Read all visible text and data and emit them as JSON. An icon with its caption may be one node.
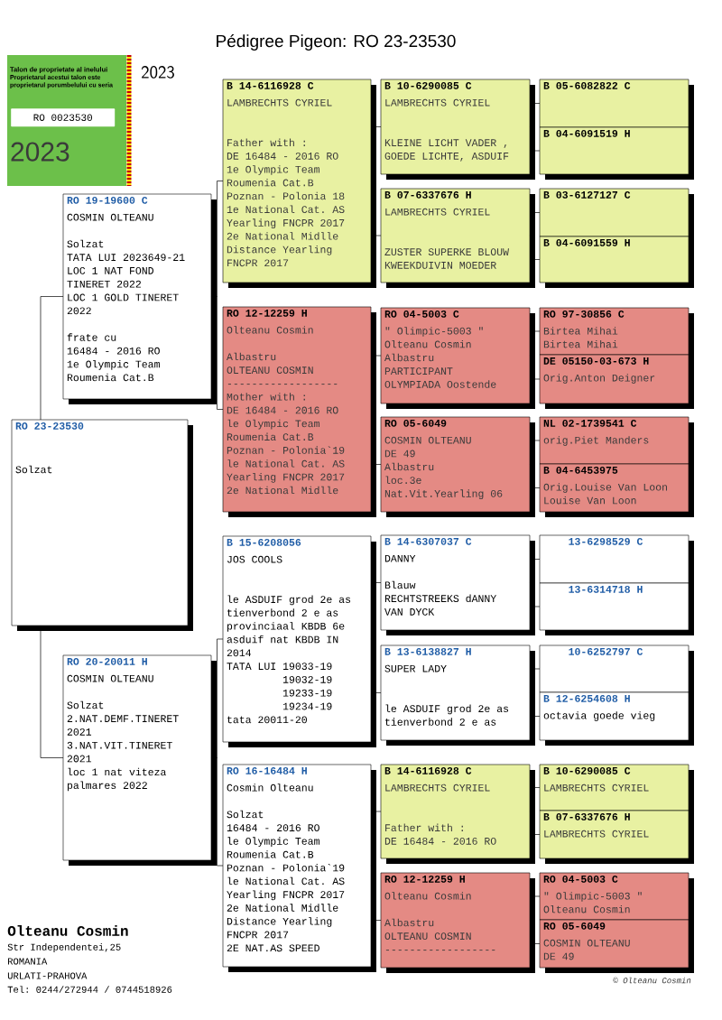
{
  "diagram": {
    "title": "Pédigree Pigeon: RO 23-23530",
    "nodes": [
      {
        "text": [
          "Talon de proprietate al inelului",
          "Proprietarul acestui talon este proprietarul porumbelului cu seria",
          "2023"
        ]
      },
      {
        "text": [
          "RO 0023530"
        ],
        "in": 0
      },
      {
        "text": [
          "RO 23-23530",
          "Solzat"
        ]
      },
      {
        "text": [
          "RO 19-19600 C",
          "COSMIN OLTEANU",
          "Solzat",
          "TATA LUI 2023649-21",
          "LOC 1 NAT FOND TINERET 2022",
          "LOC 1 GOLD TINERET 2022",
          "frate cu",
          "16484 - 2016 RO",
          "1e Olympic Team",
          "Roumenia Cat.B"
        ]
      },
      {
        "text": [
          "RO 20-20011 H",
          "COSMIN OLTEANU",
          "Solzat",
          "2.NAT.DEMF.TINERET 2021",
          "3.NAT.VIT.TINERET 2021",
          "loc 1 nat viteza palmares 2022"
        ]
      },
      {
        "text": [
          "B 14-6116928 C",
          "LAMBRECHTS CYRIEL",
          "Father with :",
          "DE 16484 - 2016 RO",
          "1e Olympic Team",
          "Roumenia Cat.B",
          "Poznan - Polonia 18",
          "1e National Cat. AS Yearling FNCPR 2017",
          "2e National Midlle Distance Yearling FNCPR 2017"
        ]
      },
      {
        "text": [
          "RO 12-12259 H",
          "Olteanu Cosmin",
          "Albastru",
          "OLTEANU COSMIN",
          "------------------",
          "Mother with :",
          "DE 16484 - 2016 RO",
          "le Olympic Team",
          "Roumenia Cat.B",
          "Poznan - Polonia`19",
          "le National Cat. AS Yearling FNCPR 2017",
          "2e National Midlle"
        ]
      },
      {
        "text": [
          "B 15-6208056",
          "JOS COOLS",
          "le ASDUIF grod 2e as tienverbond 2 e as provinciaal KBDB 6e asduif nat KBDB IN 2014",
          "TATA LUI 19033-19",
          "19032-19",
          "19233-19",
          "19234-19",
          "tata 20011-20"
        ]
      },
      {
        "text": [
          "RO 16-16484 H",
          "Cosmin Olteanu",
          "Solzat",
          "16484 - 2016 RO",
          "le Olympic Team",
          "Roumenia Cat.B",
          "Poznan - Polonia`19",
          "le National Cat. AS Yearling FNCPR 2017",
          "2e National Midlle Distance Yearling FNCPR 2017",
          "2E NAT.AS SPEED"
        ]
      },
      {
        "text": [
          "B 10-6290085 C",
          "LAMBRECHTS CYRIEL",
          "KLEINE LICHT VADER , GOEDE LICHTE, ASDUIF"
        ]
      },
      {
        "text": [
          "B 07-6337676 H",
          "LAMBRECHTS CYRIEL",
          "ZUSTER SUPERKE BLOUW KWEEKDUIVIN MOEDER"
        ]
      },
      {
        "text": [
          "RO 04-5003 C",
          "\" Olimpic-5003 \"",
          "Olteanu Cosmin",
          "Albastru",
          "PARTICIPANT OLYMPIADA Oostende"
        ]
      },
      {
        "text": [
          "RO 05-6049",
          "COSMIN OLTEANU",
          "DE 49",
          "Albastru",
          "loc.3e",
          "Nat.Vit.Yearling 06"
        ]
      },
      {
        "text": [
          "B 14-6307037 C",
          "DANNY",
          "Blauw",
          "RECHTSTREEKS dANNY VAN DYCK"
        ]
      },
      {
        "text": [
          "B 13-6138827 H",
          "SUPER LADY",
          "le ASDUIF grod 2e as tienverbond 2 e as"
        ]
      },
      {
        "text": [
          "B 14-6116928 C",
          "LAMBRECHTS CYRIEL",
          "Father with :",
          "DE 16484 - 2016 RO"
        ]
      },
      {
        "text": [
          "RO 12-12259 H",
          "Olteanu Cosmin",
          "Albastru",
          "OLTEANU COSMIN",
          "------------------"
        ]
      },
      {
        "text": [
          "B 05-6082822 C"
        ]
      },
      {
        "text": [
          "B 04-6091519 H"
        ]
      },
      {
        "text": [
          "B 03-6127127 C"
        ]
      },
      {
        "text": [
          "B 04-6091559 H"
        ]
      },
      {
        "text": [
          "RO 97-30856 C",
          "Birtea Mihai",
          "Birtea Mihai"
        ]
      },
      {
        "text": [
          "DE 05150-03-673 H",
          "Orig.Anton Deigner"
        ]
      },
      {
        "text": [
          "NL 02-1739541 C",
          "orig.Piet Manders"
        ]
      },
      {
        "text": [
          "B 04-6453975",
          "Orig.Louise Van Loon",
          "Louise Van Loon"
        ]
      },
      {
        "text": [
          "13-6298529 C"
        ]
      },
      {
        "text": [
          "13-6314718 H"
        ]
      },
      {
        "text": [
          "10-6252797 C"
        ]
      },
      {
        "text": [
          "B 12-6254608 H",
          "octavia goede vieg"
        ]
      },
      {
        "text": [
          "B 10-6290085 C",
          "LAMBRECHTS CYRIEL"
        ]
      },
      {
        "text": [
          "B 07-6337676 H",
          "LAMBRECHTS CYRIEL"
        ]
      },
      {
        "text": [
          "RO 04-5003 C",
          "\" Olimpic-5003 \"",
          "Olteanu Cosmin"
        ]
      },
      {
        "text": [
          "RO 05-6049",
          "COSMIN OLTEANU",
          "DE 49"
        ]
      }
    ],
    "edges": [
      {
        "from": 2,
        "to": 3,
        "arrow": "none"
      },
      {
        "from": 2,
        "to": 4,
        "arrow": "none"
      },
      {
        "from": 3,
        "to": 5,
        "arrow": "none"
      },
      {
        "from": 3,
        "to": 6,
        "arrow": "none"
      },
      {
        "from": 4,
        "to": 7,
        "arrow": "none"
      },
      {
        "from": 4,
        "to": 8,
        "arrow": "none"
      },
      {
        "from": 5,
        "to": 9,
        "arrow": "none"
      },
      {
        "from": 5,
        "to": 10,
        "arrow": "none"
      },
      {
        "from": 6,
        "to": 11,
        "arrow": "none"
      },
      {
        "from": 6,
        "to": 12,
        "arrow": "none"
      },
      {
        "from": 7,
        "to": 13,
        "arrow": "none"
      },
      {
        "from": 7,
        "to": 14,
        "arrow": "none"
      },
      {
        "from": 8,
        "to": 15,
        "arrow": "none"
      },
      {
        "from": 8,
        "to": 16,
        "arrow": "none"
      },
      {
        "from": 9,
        "to": 17,
        "arrow": "none"
      },
      {
        "from": 9,
        "to": 18,
        "arrow": "none"
      },
      {
        "from": 10,
        "to": 19,
        "arrow": "none"
      },
      {
        "from": 10,
        "to": 20,
        "arrow": "none"
      },
      {
        "from": 11,
        "to": 21,
        "arrow": "none"
      },
      {
        "from": 11,
        "to": 22,
        "arrow": "none"
      },
      {
        "from": 12,
        "to": 23,
        "arrow": "none"
      },
      {
        "from": 12,
        "to": 24,
        "arrow": "none"
      },
      {
        "from": 13,
        "to": 25,
        "arrow": "none"
      },
      {
        "from": 13,
        "to": 26,
        "arrow": "none"
      },
      {
        "from": 14,
        "to": 27,
        "arrow": "none"
      },
      {
        "from": 14,
        "to": 28,
        "arrow": "none"
      },
      {
        "from": 15,
        "to": 29,
        "arrow": "none"
      },
      {
        "from": 15,
        "to": 30,
        "arrow": "none"
      },
      {
        "from": 16,
        "to": 31,
        "arrow": "none"
      },
      {
        "from": 16,
        "to": 32,
        "arrow": "none"
      }
    ],
    "labels": [
      "2023",
      "Olteanu Cosmin",
      "Str Independentei,25",
      "ROMANIA",
      "URLATI-PRAHOVA",
      "Tel: 0244/272944 / 0744518926",
      "© Olteanu Cosmin"
    ]
  }
}
